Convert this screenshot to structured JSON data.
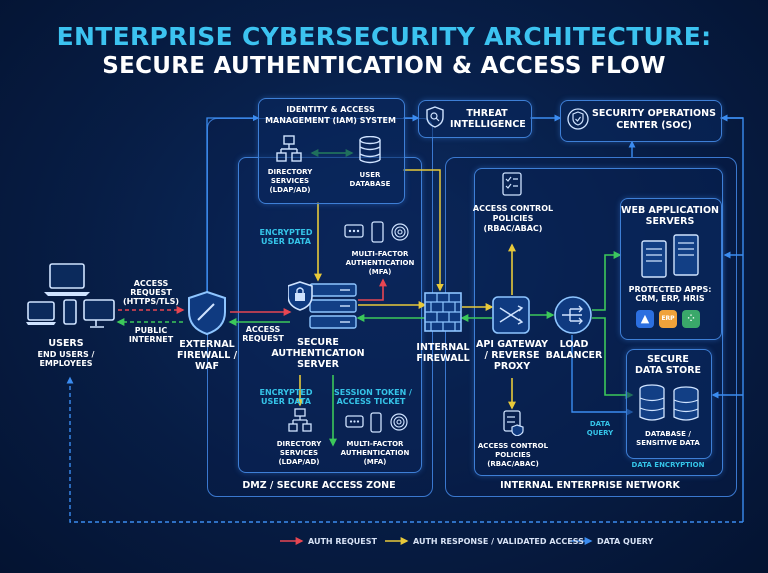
{
  "title": {
    "line1": "ENTERPRISE CYBERSECURITY ARCHITECTURE:",
    "line2": "SECURE AUTHENTICATION & ACCESS FLOW"
  },
  "users": {
    "title": "USERS",
    "subtitle_1": "END USERS /",
    "subtitle_2": "EMPLOYEES"
  },
  "flows": {
    "access_request_1": "ACCESS",
    "access_request_2": "REQUEST",
    "access_request_3": "(HTTPS/TLS)",
    "public_internet_1": "PUBLIC",
    "public_internet_2": "INTERNET",
    "access_request_b1": "ACCESS",
    "access_request_b2": "REQUEST",
    "encrypted_top_1": "ENCRYPTED",
    "encrypted_top_2": "USER DATA",
    "encrypted_bottom_1": "ENCRYPTED",
    "encrypted_bottom_2": "USER DATA",
    "session_token_1": "SESSION TOKEN /",
    "session_token_2": "ACCESS TICKET",
    "data_query_1": "DATA",
    "data_query_2": "QUERY"
  },
  "firewall_external": {
    "line1": "EXTERNAL",
    "line2": "FIREWALL /",
    "line3": "WAF"
  },
  "iam": {
    "title_1": "IDENTITY & ACCESS",
    "title_2": "MANAGEMENT (IAM) SYSTEM",
    "dir_1": "DIRECTORY",
    "dir_2": "SERVICES",
    "dir_3": "(LDAP/AD)",
    "userdb_1": "USER",
    "userdb_2": "DATABASE"
  },
  "threat_intel": {
    "line1": "THREAT",
    "line2": "INTELLIGENCE"
  },
  "soc": {
    "line1": "SECURITY OPERATIONS",
    "line2": "CENTER (SOC)"
  },
  "mfa_top": {
    "line1": "MULTI-FACTOR",
    "line2": "AUTHENTICATION",
    "line3": "(MFA)"
  },
  "auth_server": {
    "line1": "SECURE",
    "line2": "AUTHENTICATION",
    "line3": "SERVER"
  },
  "dir_bottom": {
    "line1": "DIRECTORY",
    "line2": "SERVICES",
    "line3": "(LDAP/AD)"
  },
  "mfa_bottom": {
    "line1": "MULTI-FACTOR",
    "line2": "AUTHENTICATION",
    "line3": "(MFA)"
  },
  "dmz": {
    "label": "DMZ / SECURE ACCESS ZONE"
  },
  "internal_firewall": {
    "line1": "INTERNAL",
    "line2": "FIREWALL"
  },
  "acp_top": {
    "line1": "ACCESS CONTROL",
    "line2": "POLICIES",
    "line3": "(RBAC/ABAC)"
  },
  "acp_bottom": {
    "line1": "ACCESS CONTROL",
    "line2": "POLICIES",
    "line3": "(RBAC/ABAC)"
  },
  "api_gateway": {
    "line1": "API GATEWAY",
    "line2": "/ REVERSE",
    "line3": "PROXY"
  },
  "load_balancer": {
    "line1": "LOAD",
    "line2": "BALANCER"
  },
  "web_servers": {
    "title_1": "WEB APPLICATION",
    "title_2": "SERVERS",
    "apps_1": "PROTECTED APPS:",
    "apps_2": "CRM, ERP, HRIS",
    "erp_badge": "ERP"
  },
  "data_store": {
    "title_1": "SECURE",
    "title_2": "DATA STORE",
    "db_1": "DATABASE /",
    "db_2": "SENSITIVE DATA",
    "encryption": "DATA ENCRYPTION"
  },
  "internal_network": {
    "label": "INTERNAL ENTERPRISE NETWORK"
  },
  "legend": {
    "auth_request": "AUTH REQUEST",
    "auth_response": "AUTH RESPONSE / VALIDATED ACCESS",
    "data_query": "DATA QUERY"
  },
  "colors": {
    "auth_request": "#e64652",
    "auth_response": "#e8c93a",
    "data_query": "#3b8cf0",
    "green_flow": "#3cc85a",
    "cyan_text": "#35c4e8"
  }
}
